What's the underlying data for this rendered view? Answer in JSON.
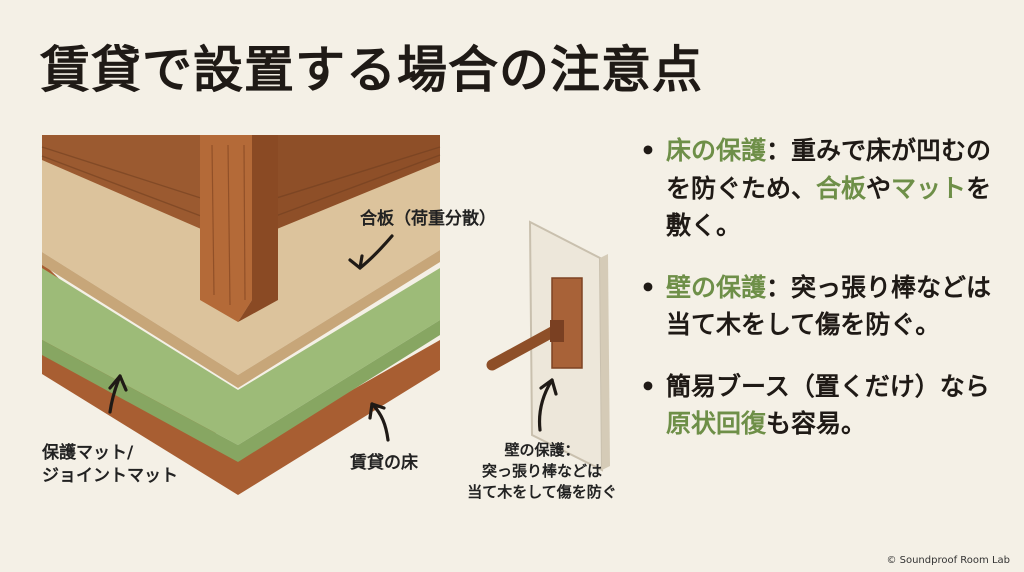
{
  "title": "賃貸で設置する場合の注意点",
  "labels": {
    "plywood": "合板（荷重分散）",
    "mat_line1": "保護マット/",
    "mat_line2": "ジョイントマット",
    "floor": "賃貸の床",
    "wall_line1": "壁の保護：",
    "wall_line2": "突っ張り棒などは",
    "wall_line3": "当て木をして傷を防ぐ"
  },
  "bullets": [
    {
      "head": "床の保護",
      "colon": "：",
      "t1": "重みで床が凹むのを防ぐため、",
      "g1": "合板",
      "t2": "や",
      "g2": "マット",
      "t3": "を敷く。"
    },
    {
      "head": "壁の保護",
      "colon": "：",
      "t1": "突っ張り棒などは当て木をして傷を防ぐ。"
    },
    {
      "t0": "簡易ブース（置くだけ）なら",
      "g1": "原状回復",
      "t1": "も容易。"
    }
  ],
  "credit": "© Soundproof Room Lab",
  "colors": {
    "background": "#f4f0e6",
    "accent_green": "#6e8f48",
    "mat_green": "#9dbb78",
    "wood": "#a05a2c",
    "plywood": "#dcc39c"
  }
}
